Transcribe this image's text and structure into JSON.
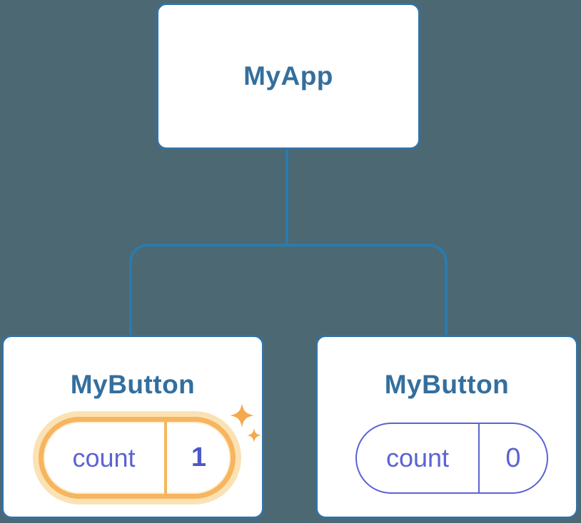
{
  "diagram": {
    "root": {
      "title": "MyApp"
    },
    "children": [
      {
        "title": "MyButton",
        "state": {
          "label": "count",
          "value": "1"
        },
        "highlighted": true
      },
      {
        "title": "MyButton",
        "state": {
          "label": "count",
          "value": "0"
        },
        "highlighted": false
      }
    ],
    "colors": {
      "background": "#4c6872",
      "node_fill": "#ffffff",
      "node_border": "#3372a4",
      "node_title_text": "#336f9e",
      "connector": "#2b7aad",
      "state_text": "#5b63d3",
      "state_value_highlighted": "#4d57c8",
      "highlight_border": "#f6b55e",
      "highlight_glow": "#fbe2b4",
      "sparkle": "#f5a94e"
    }
  }
}
